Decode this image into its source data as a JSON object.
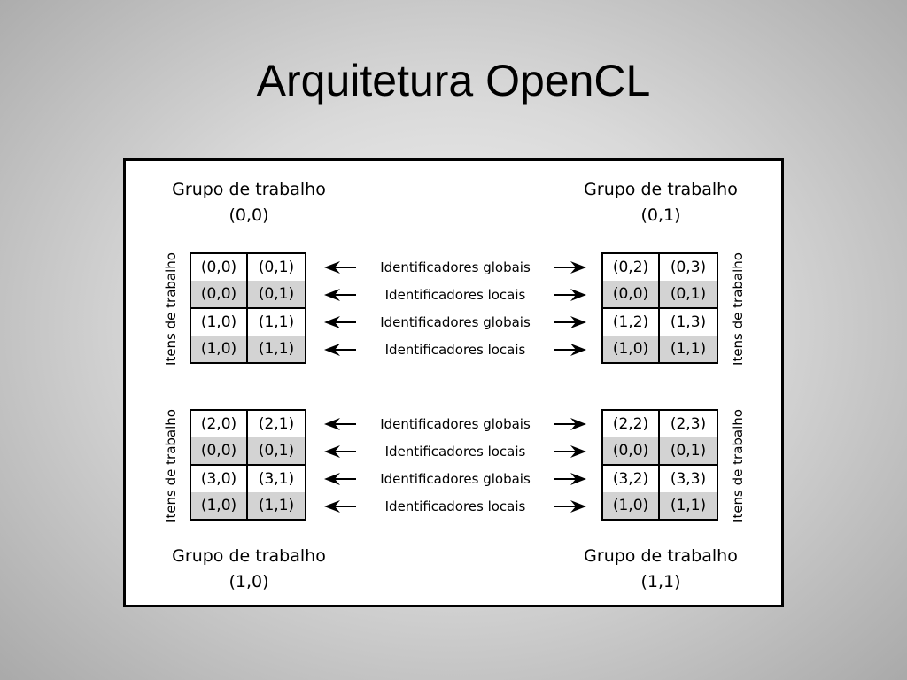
{
  "slide": {
    "title": "Arquitetura OpenCL"
  },
  "groups": [
    {
      "name": "Grupo de trabalho",
      "id": "(0,0)",
      "items_label": "Itens de trabalho",
      "rows": [
        [
          "(0,0)",
          "(0,1)"
        ],
        [
          "(0,0)",
          "(0,1)"
        ],
        [
          "(1,0)",
          "(1,1)"
        ],
        [
          "(1,0)",
          "(1,1)"
        ]
      ]
    },
    {
      "name": "Grupo de trabalho",
      "id": "(0,1)",
      "items_label": "Itens de trabalho",
      "rows": [
        [
          "(0,2)",
          "(0,3)"
        ],
        [
          "(0,0)",
          "(0,1)"
        ],
        [
          "(1,2)",
          "(1,3)"
        ],
        [
          "(1,0)",
          "(1,1)"
        ]
      ]
    },
    {
      "name": "Grupo de trabalho",
      "id": "(1,0)",
      "items_label": "Itens de trabalho",
      "rows": [
        [
          "(2,0)",
          "(2,1)"
        ],
        [
          "(0,0)",
          "(0,1)"
        ],
        [
          "(3,0)",
          "(3,1)"
        ],
        [
          "(1,0)",
          "(1,1)"
        ]
      ]
    },
    {
      "name": "Grupo de trabalho",
      "id": "(1,1)",
      "items_label": "Itens de trabalho",
      "rows": [
        [
          "(2,2)",
          "(2,3)"
        ],
        [
          "(0,0)",
          "(0,1)"
        ],
        [
          "(3,2)",
          "(3,3)"
        ],
        [
          "(1,0)",
          "(1,1)"
        ]
      ]
    }
  ],
  "arrows": {
    "global_label": "Identificadores globais",
    "local_label": "Identificadores locais",
    "top": [
      "Identificadores globais",
      "Identificadores locais",
      "Identificadores globais",
      "Identificadores locais"
    ],
    "bottom": [
      "Identificadores globais",
      "Identificadores locais",
      "Identificadores globais",
      "Identificadores locais"
    ]
  },
  "colors": {
    "local_cell_fill": "#d3d3d3",
    "global_cell_fill": "#ffffff",
    "border": "#000000"
  }
}
